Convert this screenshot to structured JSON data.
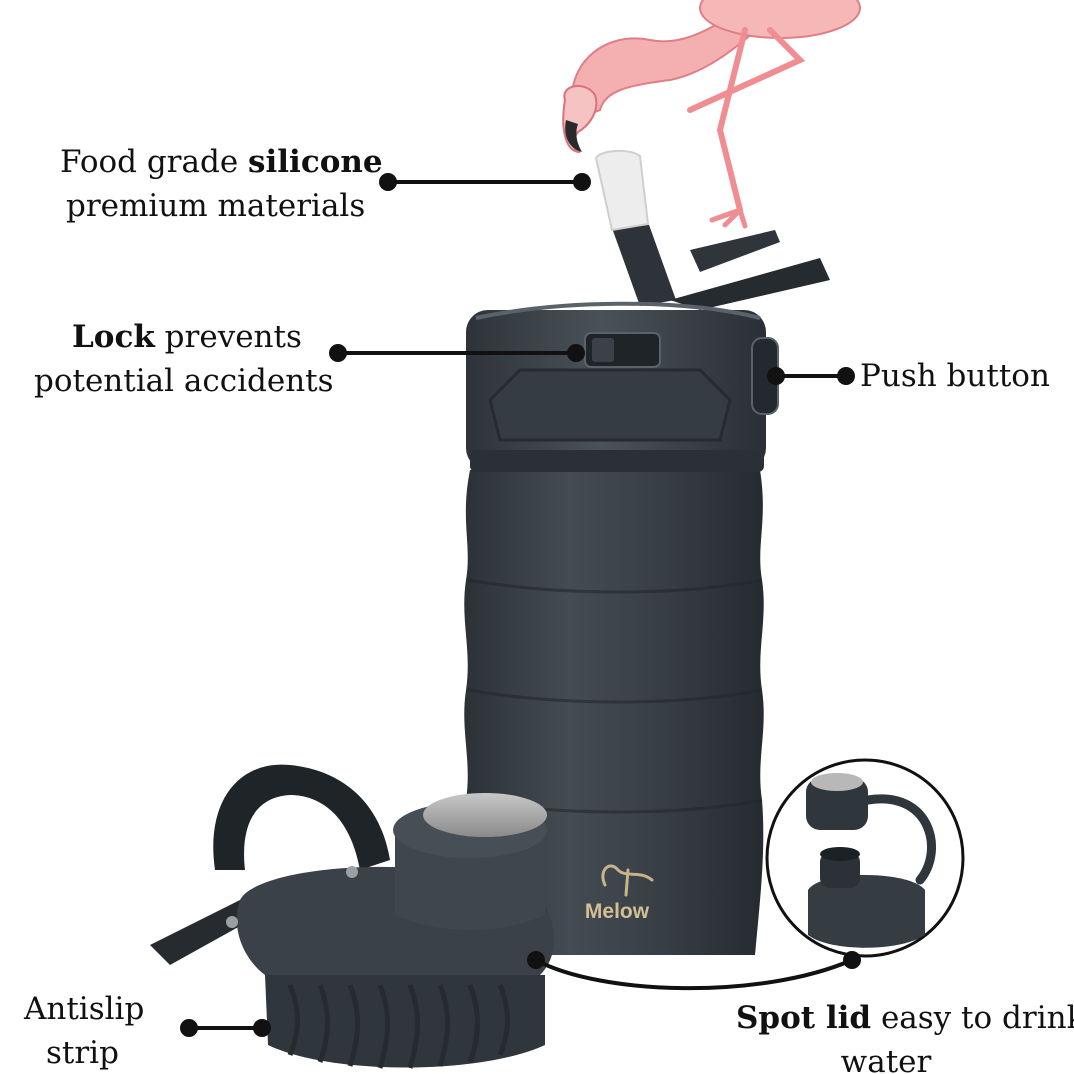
{
  "labels": {
    "silicone": {
      "line1_pre": "Food grade ",
      "line1_bold": "silicone",
      "line2": "premium materials"
    },
    "lock": {
      "line1_bold": "Lock",
      "line1_post": " prevents",
      "line2": "potential accidents"
    },
    "push": {
      "text": "Push button"
    },
    "antislip": {
      "line1": "Antislip",
      "line2": "strip"
    },
    "spot": {
      "line1_bold": "Spot lid",
      "line1_post": " easy to drink",
      "line2": "water"
    }
  },
  "brand": {
    "logo_text": "Melow"
  },
  "colors": {
    "bottle": "#3a4148",
    "bottle_dark": "#2b3137",
    "bottle_light": "#4d555c",
    "silicone": "#eeeeee",
    "flamingo": "#f2a1a1",
    "flamingo_dark": "#e05a67",
    "leader": "#111111"
  }
}
